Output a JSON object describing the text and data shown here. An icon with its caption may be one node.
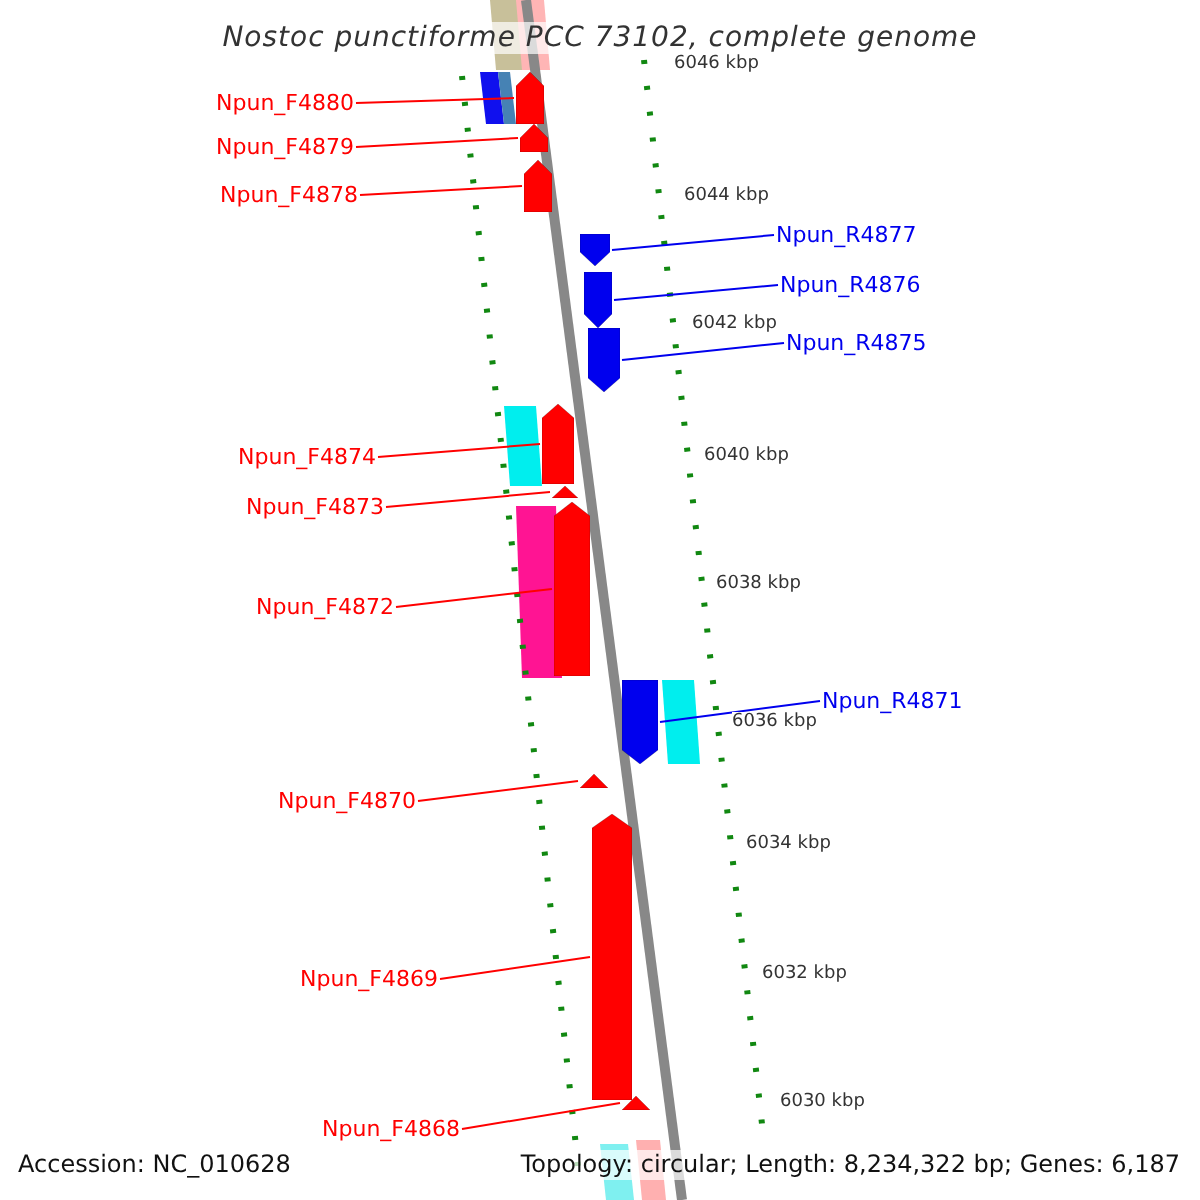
{
  "diagram": {
    "title": "Nostoc punctiforme PCC 73102, complete genome",
    "nodes": [
      {
        "text": [
          "Npun_F4880"
        ]
      },
      {
        "text": [],
        "shape": "arrow"
      },
      {
        "text": [
          "Npun_F4879"
        ]
      },
      {
        "text": [],
        "shape": "arrow"
      },
      {
        "text": [
          "Npun_F4878"
        ]
      },
      {
        "text": [],
        "shape": "arrow"
      },
      {
        "text": [
          "Npun_R4877"
        ]
      },
      {
        "text": [],
        "shape": "arrow"
      },
      {
        "text": [
          "Npun_R4876"
        ]
      },
      {
        "text": [],
        "shape": "arrow"
      },
      {
        "text": [
          "Npun_R4875"
        ]
      },
      {
        "text": [],
        "shape": "arrow"
      },
      {
        "text": [
          "Npun_F4874"
        ]
      },
      {
        "text": [],
        "shape": "arrow"
      },
      {
        "text": [
          "Npun_F4873"
        ]
      },
      {
        "text": [],
        "shape": "triangle"
      },
      {
        "text": [
          "Npun_F4872"
        ]
      },
      {
        "text": [],
        "shape": "arrow"
      },
      {
        "text": [
          "Npun_R4871"
        ]
      },
      {
        "text": [],
        "shape": "arrow"
      },
      {
        "text": [
          "Npun_F4870"
        ]
      },
      {
        "text": [],
        "shape": "triangle"
      },
      {
        "text": [
          "Npun_F4869"
        ]
      },
      {
        "text": [],
        "shape": "arrow"
      },
      {
        "text": [
          "Npun_F4868"
        ]
      },
      {
        "text": [],
        "shape": "triangle"
      }
    ],
    "edges": [
      {
        "from": 0,
        "to": 1,
        "arrow": "none"
      },
      {
        "from": 2,
        "to": 3,
        "arrow": "none"
      },
      {
        "from": 4,
        "to": 5,
        "arrow": "none"
      },
      {
        "from": 6,
        "to": 7,
        "arrow": "none",
        "color": "#0000ee"
      },
      {
        "from": 8,
        "to": 9,
        "arrow": "none",
        "color": "#0000ee"
      },
      {
        "from": 10,
        "to": 11,
        "arrow": "none",
        "color": "#0000ee"
      },
      {
        "from": 12,
        "to": 13,
        "arrow": "none"
      },
      {
        "from": 14,
        "to": 15,
        "arrow": "none"
      },
      {
        "from": 16,
        "to": 17,
        "arrow": "none"
      },
      {
        "from": 18,
        "to": 19,
        "arrow": "none",
        "color": "#0000ee"
      },
      {
        "from": 20,
        "to": 21,
        "arrow": "none"
      },
      {
        "from": 22,
        "to": 23,
        "arrow": "none"
      },
      {
        "from": 24,
        "to": 25,
        "arrow": "none"
      }
    ],
    "labels": [
      "6046 kbp",
      "6044 kbp",
      "6042 kbp",
      "6040 kbp",
      "6038 kbp",
      "6036 kbp",
      "6034 kbp",
      "6032 kbp",
      "6030 kbp",
      "Accession: NC_010628",
      "Topology: circular; Length: 8,234,322 bp; Genes: 6,187"
    ]
  }
}
